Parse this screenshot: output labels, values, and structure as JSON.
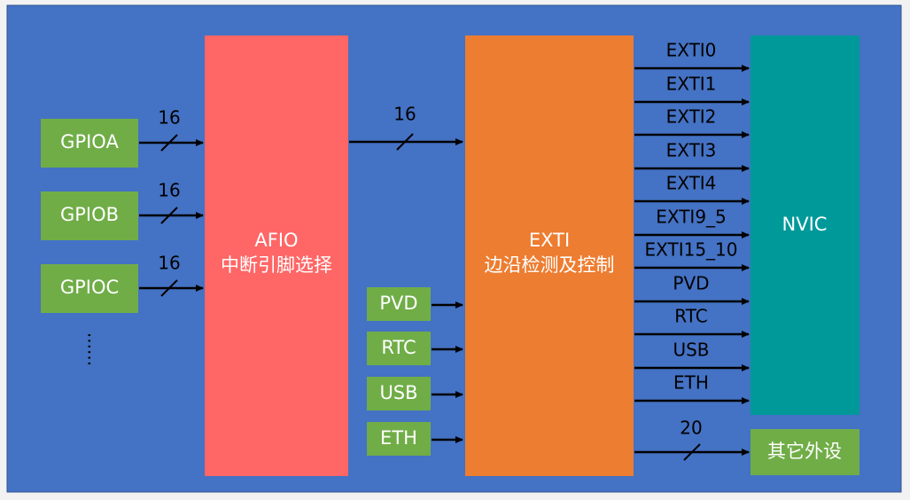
{
  "colors": {
    "background": "#4472c4",
    "gpio_box": "#70ad47",
    "afio_box": "#ff6666",
    "exti_box": "#ed7d31",
    "nvic_box": "#00999a",
    "wire": "#000000"
  },
  "gpio_ports": [
    {
      "label": "GPIOA",
      "width": "16"
    },
    {
      "label": "GPIOB",
      "width": "16"
    },
    {
      "label": "GPIOC",
      "width": "16"
    }
  ],
  "ellipsis": "······",
  "afio": {
    "title": "AFIO",
    "subtitle": "中断引脚选择"
  },
  "afio_to_exti_width": "16",
  "exti": {
    "title": "EXTI",
    "subtitle": "边沿检测及控制"
  },
  "exti_sources": [
    "PVD",
    "RTC",
    "USB",
    "ETH"
  ],
  "exti_outputs": [
    "EXTI0",
    "EXTI1",
    "EXTI2",
    "EXTI3",
    "EXTI4",
    "EXTI9_5",
    "EXTI15_10",
    "PVD",
    "RTC",
    "USB",
    "ETH"
  ],
  "nvic": {
    "label": "NVIC"
  },
  "other_peripherals": {
    "label": "其它外设",
    "width": "20"
  }
}
